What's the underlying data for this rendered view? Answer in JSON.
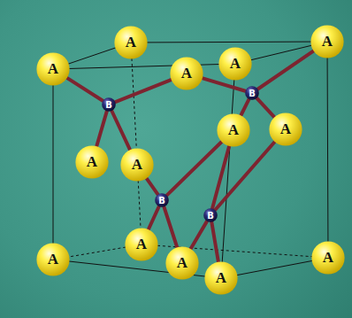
{
  "diagram": {
    "nodes": [
      {
        "text": [
          "A"
        ]
      },
      {
        "text": [
          "A"
        ]
      },
      {
        "text": [
          "A"
        ]
      },
      {
        "text": [
          "A"
        ]
      },
      {
        "text": [
          "A"
        ]
      },
      {
        "text": [
          "B"
        ]
      },
      {
        "text": [
          "B"
        ]
      },
      {
        "text": [
          "A"
        ]
      },
      {
        "text": [
          "A"
        ]
      },
      {
        "text": [
          "A"
        ]
      },
      {
        "text": [
          "A"
        ]
      },
      {
        "text": [
          "B"
        ]
      },
      {
        "text": [
          "B"
        ]
      },
      {
        "text": [
          "A"
        ]
      },
      {
        "text": [
          "A"
        ]
      },
      {
        "text": [
          "A"
        ]
      },
      {
        "text": [
          "A"
        ]
      },
      {
        "text": [
          "A"
        ]
      }
    ],
    "edges": [
      {
        "from": 6,
        "to": 3,
        "arrow": "none"
      },
      {
        "from": 6,
        "to": 4,
        "arrow": "none"
      },
      {
        "from": 6,
        "to": 9,
        "arrow": "none"
      },
      {
        "from": 6,
        "to": 10,
        "arrow": "none"
      },
      {
        "from": 5,
        "to": 1,
        "arrow": "none"
      },
      {
        "from": 5,
        "to": 4,
        "arrow": "none"
      },
      {
        "from": 5,
        "to": 7,
        "arrow": "none"
      },
      {
        "from": 5,
        "to": 8,
        "arrow": "none"
      },
      {
        "from": 11,
        "to": 10,
        "arrow": "none"
      },
      {
        "from": 11,
        "to": 7,
        "arrow": "none"
      },
      {
        "from": 11,
        "to": 13,
        "arrow": "none"
      },
      {
        "from": 11,
        "to": 15,
        "arrow": "none"
      },
      {
        "from": 12,
        "to": 8,
        "arrow": "none"
      },
      {
        "from": 12,
        "to": 15,
        "arrow": "none"
      },
      {
        "from": 12,
        "to": 16,
        "arrow": "none"
      },
      {
        "from": 12,
        "to": 7,
        "arrow": "none"
      }
    ]
  }
}
